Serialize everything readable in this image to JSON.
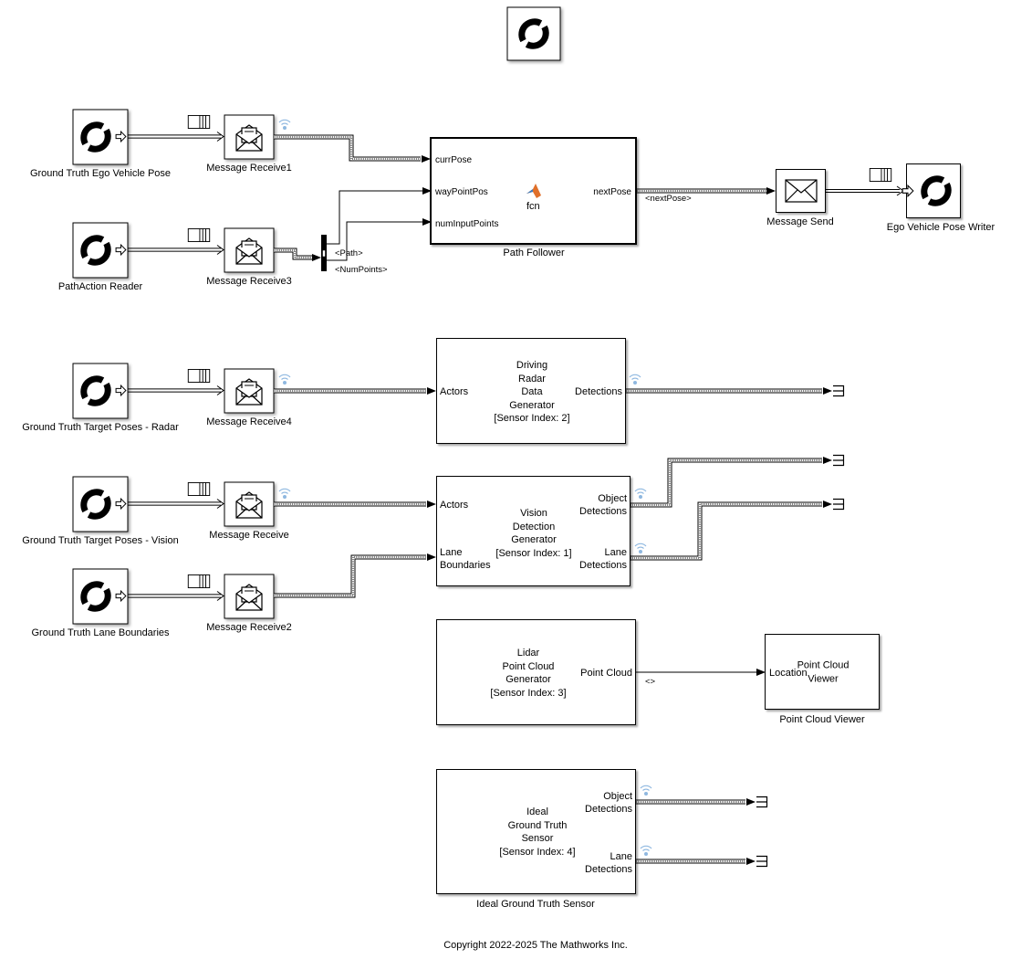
{
  "diagram": {
    "top_block": {
      "icon": "refresh-icon"
    },
    "sources": [
      {
        "label": "Ground Truth Ego Vehicle Pose",
        "icon": "refresh-icon"
      },
      {
        "label": "PathAction Reader",
        "icon": "refresh-icon"
      },
      {
        "label": "Ground Truth Target Poses - Radar",
        "icon": "refresh-icon"
      },
      {
        "label": "Ground Truth Target Poses - Vision",
        "icon": "refresh-icon"
      },
      {
        "label": "Ground Truth Lane Boundaries",
        "icon": "refresh-icon"
      }
    ],
    "receivers": [
      {
        "label": "Message Receive1",
        "icon": "envelope-open-icon"
      },
      {
        "label": "Message Receive3",
        "icon": "envelope-open-icon"
      },
      {
        "label": "Message Receive4",
        "icon": "envelope-open-icon"
      },
      {
        "label": "Message Receive",
        "icon": "envelope-open-icon"
      },
      {
        "label": "Message Receive2",
        "icon": "envelope-open-icon"
      }
    ],
    "bus_selector": {
      "outputs": [
        "<Path>",
        "<NumPoints>"
      ]
    },
    "path_follower": {
      "label": "Path Follower",
      "inputs": [
        "currPose",
        "wayPointPos",
        "numInputPoints"
      ],
      "output": "nextPose",
      "body": "fcn",
      "icon": "matlab-logo-icon"
    },
    "next_pose_signal": "<nextPose>",
    "message_send": {
      "label": "Message Send",
      "icon": "envelope-icon"
    },
    "writer": {
      "label": "Ego Vehicle Pose Writer",
      "icon": "refresh-icon"
    },
    "radar": {
      "title_lines": [
        "Driving",
        "Radar",
        "Data",
        "Generator",
        "[Sensor Index: 2]"
      ],
      "input": "Actors",
      "output": "Detections"
    },
    "vision": {
      "title_lines": [
        "Vision",
        "Detection",
        "Generator",
        "[Sensor Index: 1]"
      ],
      "inputs": [
        "Actors",
        "Lane\nBoundaries"
      ],
      "input_lines": [
        [
          "Actors"
        ],
        [
          "Lane",
          "Boundaries"
        ]
      ],
      "output_lines": [
        [
          "Object",
          "Detections"
        ],
        [
          "Lane",
          "Detections"
        ]
      ]
    },
    "lidar": {
      "title_lines": [
        "Lidar",
        "Point Cloud",
        "Generator",
        "[Sensor Index: 3]"
      ],
      "output": "Point Cloud",
      "signal": "<>"
    },
    "viewer": {
      "label": "Point Cloud Viewer",
      "title_lines": [
        "Point Cloud",
        "Viewer"
      ],
      "input": "Location"
    },
    "ideal": {
      "label": "Ideal Ground Truth Sensor",
      "title_lines": [
        "Ideal",
        "Ground Truth",
        "Sensor",
        "[Sensor Index: 4]"
      ],
      "output_lines": [
        [
          "Object",
          "Detections"
        ],
        [
          "Lane",
          "Detections"
        ]
      ]
    },
    "copyright": "Copyright 2022-2025 The Mathworks Inc."
  },
  "colors": {
    "line": "#000000",
    "wireless": "#8fb8e0",
    "matlab_orange": "#e0702a",
    "matlab_blue": "#3a7bbf"
  }
}
